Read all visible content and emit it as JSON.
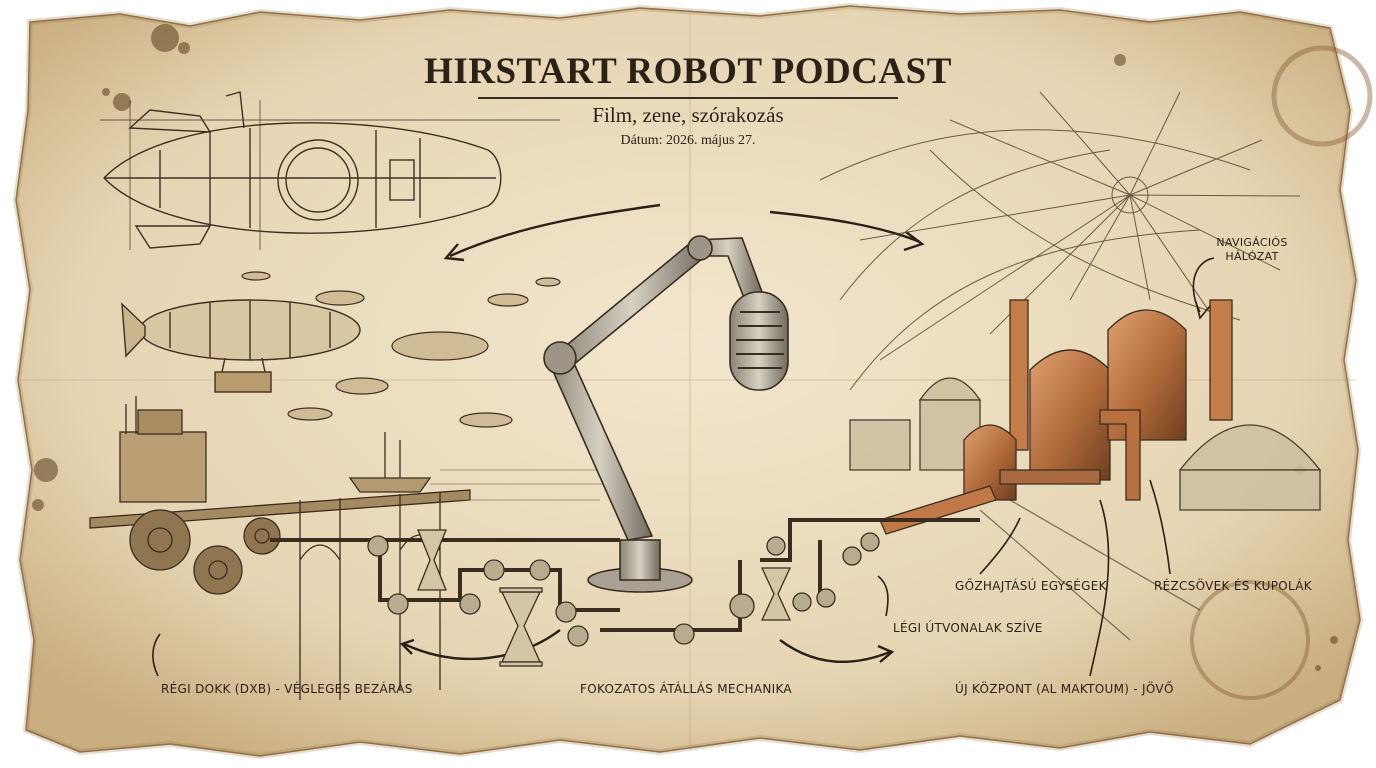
{
  "header": {
    "title": "HIRSTART ROBOT PODCAST",
    "subtitle": "Film, zene, szórakozás",
    "date": "Dátum: 2026. május 27."
  },
  "labels": {
    "navigation_line1": "NAVIGÁCIÓS",
    "navigation_line2": "HÁLÓZAT",
    "steam_units": "GŐZHAJTÁSÚ EGYSÉGEK",
    "copper_pipes": "RÉZCSÖVEK ÉS KUPOLÁK",
    "air_routes": "LÉGI ÚTVONALAK SZÍVE",
    "old_dock": "RÉGI DOKK (DXB) - VÉGLEGES BEZÁRÁS",
    "gradual_transition": "FOKOZATOS ÁTÁLLÁS MECHANIKA",
    "new_center": "ÚJ KÖZPONT (AL MAKTOUM) - JÖVŐ"
  },
  "colors": {
    "paper": "#e9dcc0",
    "ink": "#3a2c1e",
    "copper": "#b8703f",
    "stain": "#7a5a34"
  }
}
